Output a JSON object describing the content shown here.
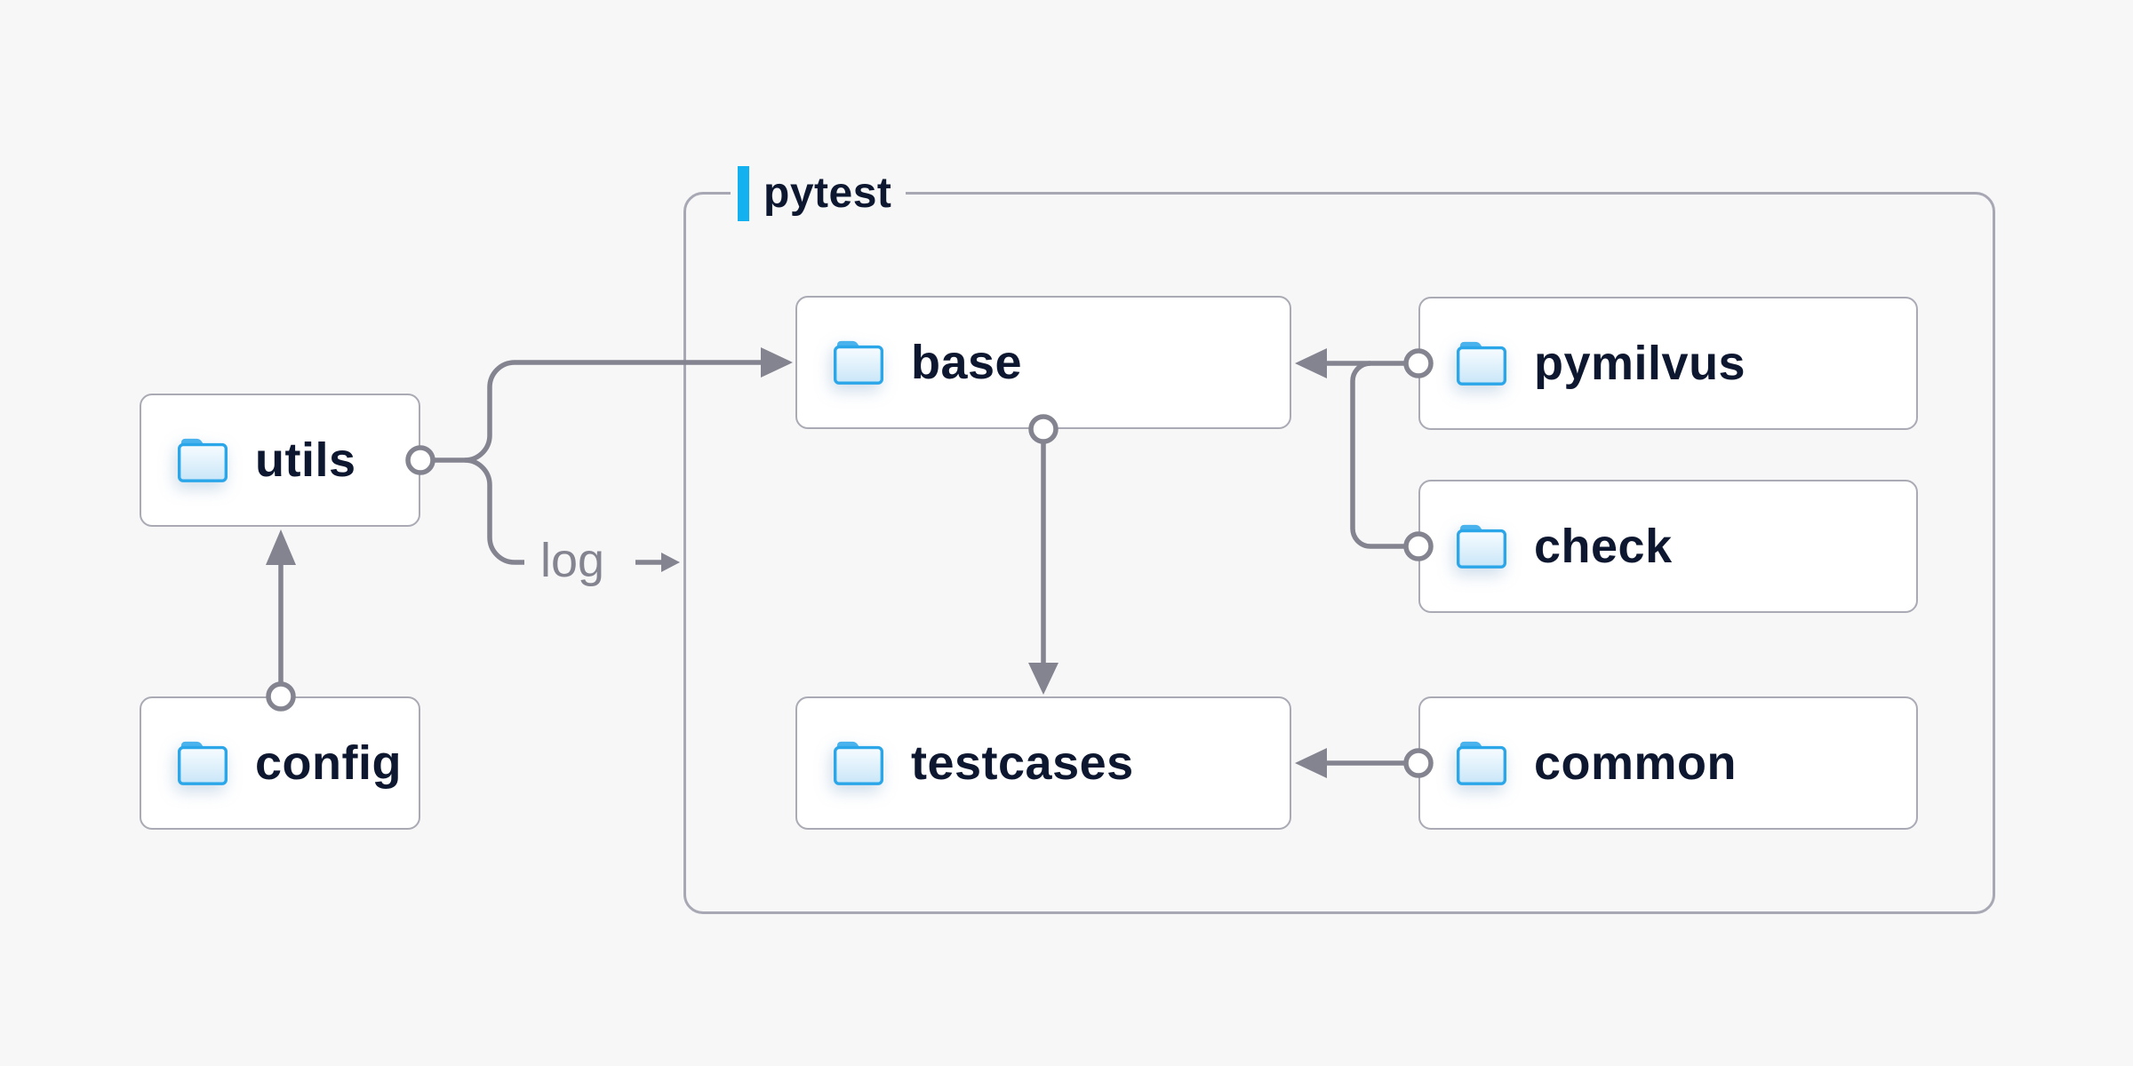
{
  "diagram": {
    "container_label": "pytest",
    "log_label": "log",
    "nodes": {
      "utils": {
        "label": "utils",
        "icon": "folder-icon"
      },
      "config": {
        "label": "config",
        "icon": "folder-icon"
      },
      "base": {
        "label": "base",
        "icon": "folder-icon"
      },
      "pymilvus": {
        "label": "pymilvus",
        "icon": "folder-icon"
      },
      "check": {
        "label": "check",
        "icon": "folder-icon"
      },
      "testcases": {
        "label": "testcases",
        "icon": "folder-icon"
      },
      "common": {
        "label": "common",
        "icon": "folder-icon"
      }
    },
    "edges": [
      {
        "from": "config",
        "to": "utils"
      },
      {
        "from": "utils",
        "to": "base"
      },
      {
        "from": "utils",
        "to": "pytest",
        "label": "log"
      },
      {
        "from": "pymilvus",
        "to": "base"
      },
      {
        "from": "check",
        "to": "base"
      },
      {
        "from": "base",
        "to": "testcases"
      },
      {
        "from": "common",
        "to": "testcases"
      }
    ],
    "colors": {
      "background": "#f7f7f8",
      "accent": "#14b1f1",
      "connector": "#83848f",
      "node_border": "#a9aab4",
      "container_border": "#a7a8b3",
      "text_dark": "#0d1830",
      "folder_blue": "#2ba6e9",
      "folder_tab": "#4ab2ec"
    }
  }
}
